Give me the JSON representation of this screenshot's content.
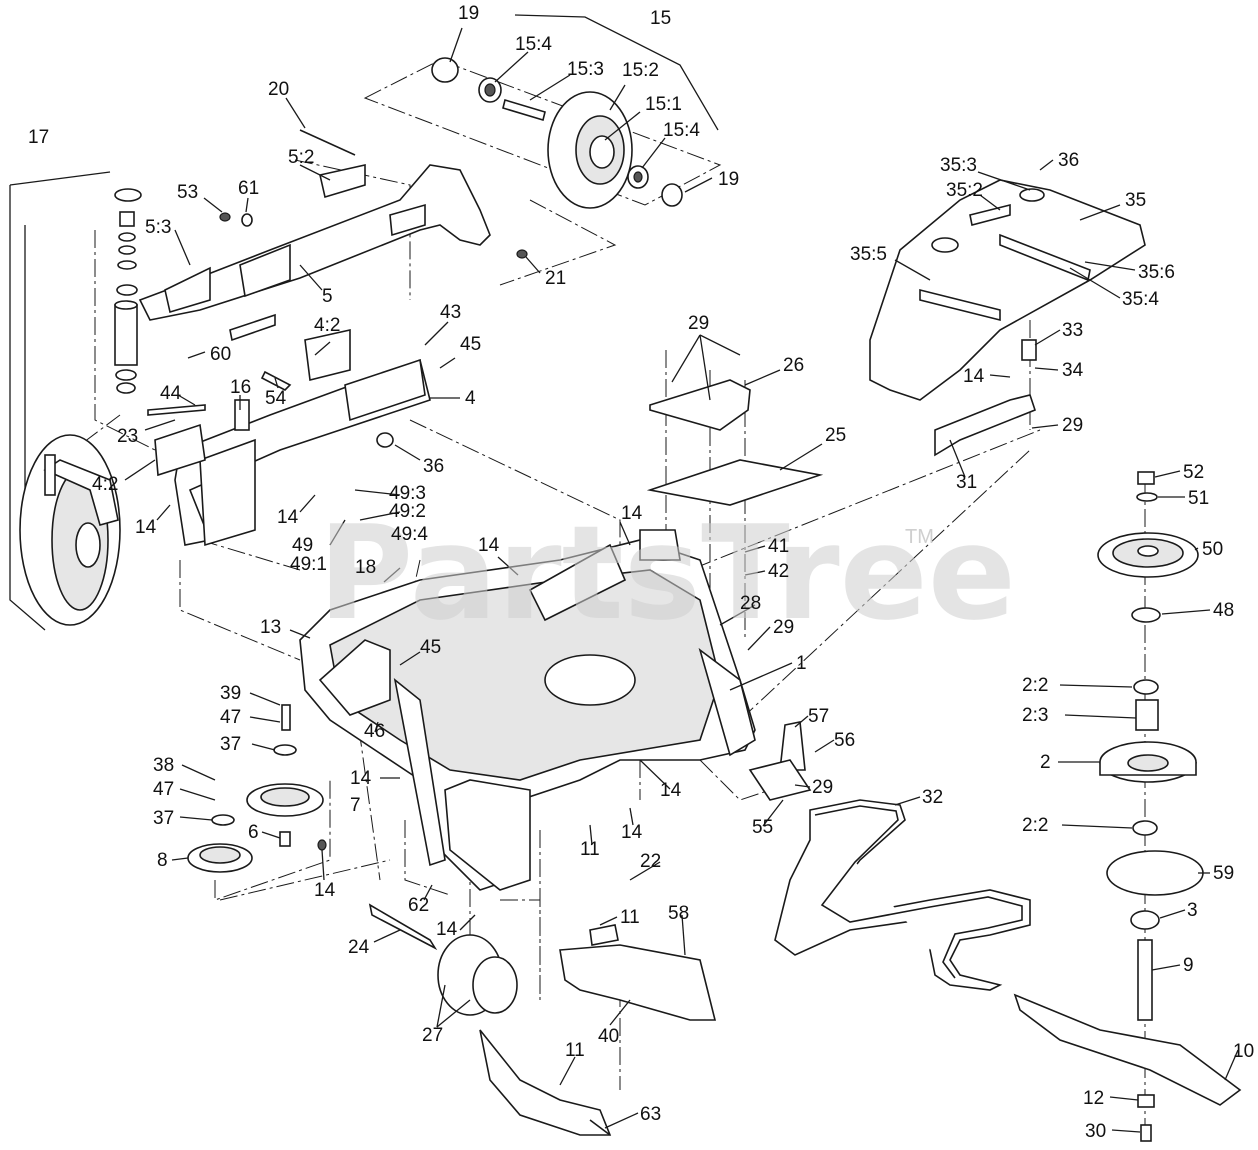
{
  "watermark": {
    "brand": "PartsTree",
    "mark": "TM"
  },
  "callouts": [
    {
      "id": "c19a",
      "text": "19"
    },
    {
      "id": "c15",
      "text": "15"
    },
    {
      "id": "c15_4a",
      "text": "15:4"
    },
    {
      "id": "c15_3",
      "text": "15:3"
    },
    {
      "id": "c15_2",
      "text": "15:2"
    },
    {
      "id": "c15_1",
      "text": "15:1"
    },
    {
      "id": "c15_4b",
      "text": "15:4"
    },
    {
      "id": "c19b",
      "text": "19"
    },
    {
      "id": "c20",
      "text": "20"
    },
    {
      "id": "c17",
      "text": "17"
    },
    {
      "id": "c5_2",
      "text": "5:2"
    },
    {
      "id": "c53",
      "text": "53"
    },
    {
      "id": "c61",
      "text": "61"
    },
    {
      "id": "c5_3",
      "text": "5:3"
    },
    {
      "id": "c21",
      "text": "21"
    },
    {
      "id": "c5",
      "text": "5"
    },
    {
      "id": "c60",
      "text": "60"
    },
    {
      "id": "c43",
      "text": "43"
    },
    {
      "id": "c4_2a",
      "text": "4:2"
    },
    {
      "id": "c45a",
      "text": "45"
    },
    {
      "id": "c44",
      "text": "44"
    },
    {
      "id": "c16",
      "text": "16"
    },
    {
      "id": "c54",
      "text": "54"
    },
    {
      "id": "c4",
      "text": "4"
    },
    {
      "id": "c23",
      "text": "23"
    },
    {
      "id": "c36a",
      "text": "36"
    },
    {
      "id": "c4_2b",
      "text": "4:2"
    },
    {
      "id": "c49_3",
      "text": "49:3"
    },
    {
      "id": "c49_2",
      "text": "49:2"
    },
    {
      "id": "c49_4",
      "text": "49:4"
    },
    {
      "id": "c49",
      "text": "49"
    },
    {
      "id": "c49_1",
      "text": "49:1"
    },
    {
      "id": "c14a",
      "text": "14"
    },
    {
      "id": "c14b",
      "text": "14"
    },
    {
      "id": "c18",
      "text": "18"
    },
    {
      "id": "c14c",
      "text": "14"
    },
    {
      "id": "c13",
      "text": "13"
    },
    {
      "id": "c45b",
      "text": "45"
    },
    {
      "id": "c29a",
      "text": "29"
    },
    {
      "id": "c26",
      "text": "26"
    },
    {
      "id": "c25",
      "text": "25"
    },
    {
      "id": "c14d",
      "text": "14"
    },
    {
      "id": "c41",
      "text": "41"
    },
    {
      "id": "c42",
      "text": "42"
    },
    {
      "id": "c28",
      "text": "28"
    },
    {
      "id": "c29b",
      "text": "29"
    },
    {
      "id": "c1",
      "text": "1"
    },
    {
      "id": "c35_3",
      "text": "35:3"
    },
    {
      "id": "c36b",
      "text": "36"
    },
    {
      "id": "c35_2",
      "text": "35:2"
    },
    {
      "id": "c35",
      "text": "35"
    },
    {
      "id": "c35_5",
      "text": "35:5"
    },
    {
      "id": "c35_6",
      "text": "35:6"
    },
    {
      "id": "c35_4",
      "text": "35:4"
    },
    {
      "id": "c33",
      "text": "33"
    },
    {
      "id": "c14e",
      "text": "14"
    },
    {
      "id": "c34",
      "text": "34"
    },
    {
      "id": "c29c",
      "text": "29"
    },
    {
      "id": "c31",
      "text": "31"
    },
    {
      "id": "c52",
      "text": "52"
    },
    {
      "id": "c51",
      "text": "51"
    },
    {
      "id": "c50",
      "text": "50"
    },
    {
      "id": "c48",
      "text": "48"
    },
    {
      "id": "c2_2a",
      "text": "2:2"
    },
    {
      "id": "c2_3",
      "text": "2:3"
    },
    {
      "id": "c2",
      "text": "2"
    },
    {
      "id": "c2_2b",
      "text": "2:2"
    },
    {
      "id": "c59",
      "text": "59"
    },
    {
      "id": "c3",
      "text": "3"
    },
    {
      "id": "c9",
      "text": "9"
    },
    {
      "id": "c10",
      "text": "10"
    },
    {
      "id": "c12",
      "text": "12"
    },
    {
      "id": "c30",
      "text": "30"
    },
    {
      "id": "c39",
      "text": "39"
    },
    {
      "id": "c47a",
      "text": "47"
    },
    {
      "id": "c37a",
      "text": "37"
    },
    {
      "id": "c46",
      "text": "46"
    },
    {
      "id": "c38",
      "text": "38"
    },
    {
      "id": "c47b",
      "text": "47"
    },
    {
      "id": "c14f",
      "text": "14"
    },
    {
      "id": "c7",
      "text": "7"
    },
    {
      "id": "c37b",
      "text": "37"
    },
    {
      "id": "c6",
      "text": "6"
    },
    {
      "id": "c8",
      "text": "8"
    },
    {
      "id": "c14g",
      "text": "14"
    },
    {
      "id": "c14h",
      "text": "14"
    },
    {
      "id": "c57",
      "text": "57"
    },
    {
      "id": "c56",
      "text": "56"
    },
    {
      "id": "c29d",
      "text": "29"
    },
    {
      "id": "c55",
      "text": "55"
    },
    {
      "id": "c32",
      "text": "32"
    },
    {
      "id": "c14i",
      "text": "14"
    },
    {
      "id": "c11a",
      "text": "11"
    },
    {
      "id": "c22",
      "text": "22"
    },
    {
      "id": "c62",
      "text": "62"
    },
    {
      "id": "c14j",
      "text": "14"
    },
    {
      "id": "c24",
      "text": "24"
    },
    {
      "id": "c11b",
      "text": "11"
    },
    {
      "id": "c58",
      "text": "58"
    },
    {
      "id": "c27",
      "text": "27"
    },
    {
      "id": "c40",
      "text": "40"
    },
    {
      "id": "c11c",
      "text": "11"
    },
    {
      "id": "c63",
      "text": "63"
    }
  ]
}
